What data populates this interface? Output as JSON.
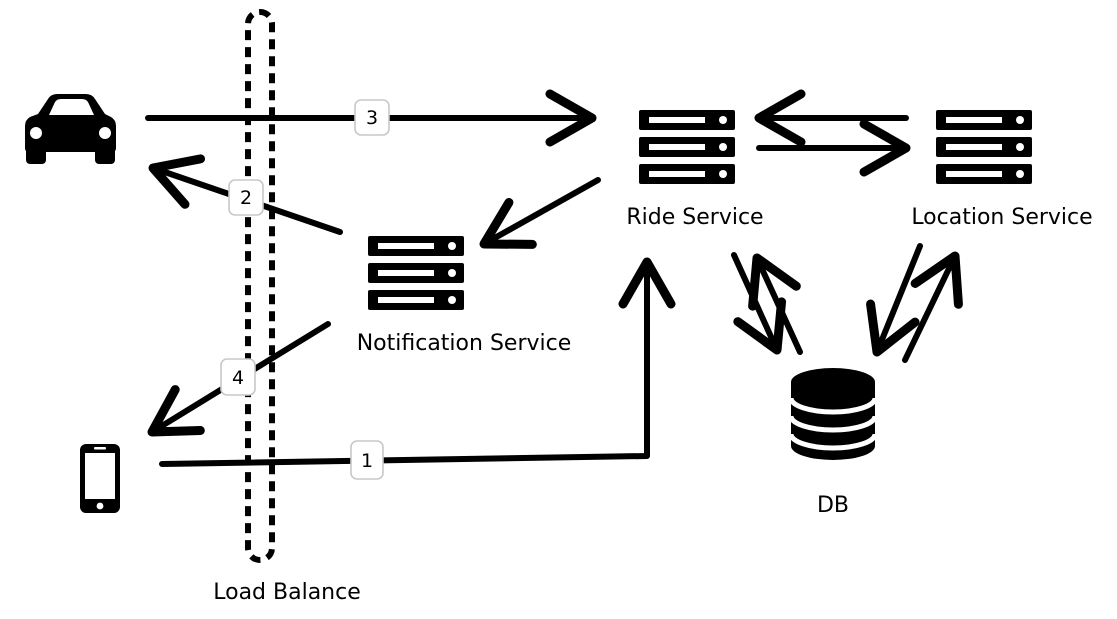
{
  "diagram": {
    "nodes": {
      "car": {
        "icon": "car-icon"
      },
      "phone": {
        "icon": "phone-icon"
      },
      "notification_service": {
        "label": "Notification Service",
        "icon": "server-icon"
      },
      "ride_service": {
        "label": "Ride Service",
        "icon": "server-icon"
      },
      "location_service": {
        "label": "Location Service",
        "icon": "server-icon"
      },
      "db": {
        "label": "DB",
        "icon": "database-icon"
      },
      "load_balancer": {
        "label": "Load Balance"
      }
    },
    "steps": [
      {
        "number": "1",
        "from": "phone",
        "to": "ride_service"
      },
      {
        "number": "2",
        "from": "notification_service",
        "to": "car"
      },
      {
        "number": "3",
        "from": "car",
        "to": "ride_service"
      },
      {
        "number": "4",
        "from": "notification_service",
        "to": "phone"
      }
    ],
    "colors": {
      "stroke": "#000000",
      "badge_border": "#c8c8c8",
      "background": "#ffffff"
    }
  }
}
